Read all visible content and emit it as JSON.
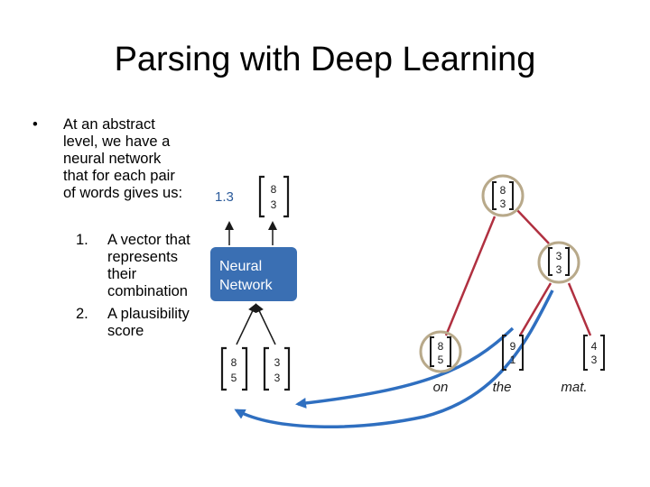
{
  "title": "Parsing with Deep Learning",
  "bullet": {
    "marker": "•",
    "lines": [
      "At an abstract",
      "level, we have a",
      "neural network",
      "that for each pair",
      "of words gives us:"
    ]
  },
  "numbered": [
    {
      "label": "1.",
      "lines": [
        "A vector that",
        "represents",
        "their",
        "combination"
      ]
    },
    {
      "label": "2.",
      "lines": [
        "A plausibility",
        "score"
      ]
    }
  ],
  "network": {
    "label_line1": "Neural",
    "label_line2": "Network",
    "score": "1.3",
    "output_vector": [
      "8",
      "3"
    ],
    "input_left": [
      "8",
      "5"
    ],
    "input_right": [
      "3",
      "3"
    ]
  },
  "tree": {
    "root": [
      "8",
      "3"
    ],
    "mid": [
      "3",
      "3"
    ],
    "leaves": [
      {
        "vector": [
          "8",
          "5"
        ],
        "word": "on"
      },
      {
        "vector": [
          "9",
          "1"
        ],
        "word": "the"
      },
      {
        "vector": [
          "4",
          "3"
        ],
        "word": "mat."
      }
    ]
  },
  "colors": {
    "network_box": "#3a6fb3",
    "edge": "#b03040",
    "arrow": "#2f6fc0",
    "circle": "#b8a98a",
    "score": "#2a5a9a"
  }
}
